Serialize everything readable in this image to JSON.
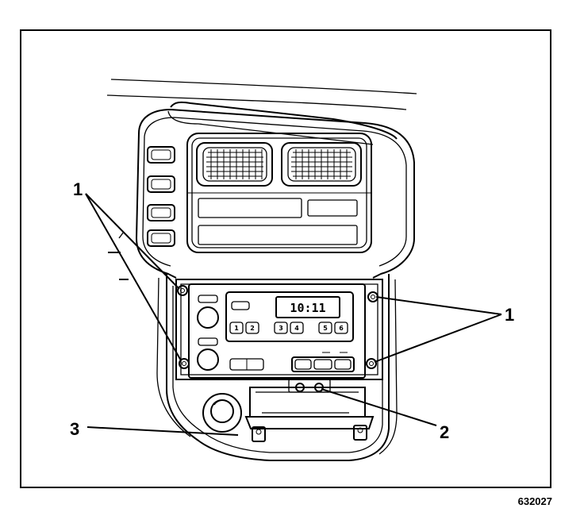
{
  "figure": {
    "id_label": "632027",
    "radio_display_time": "10:11",
    "callouts": [
      {
        "key": "left-mount-fasteners",
        "label": "1"
      },
      {
        "key": "right-mount-fasteners",
        "label": "1"
      },
      {
        "key": "bracket-fastener",
        "label": "2"
      },
      {
        "key": "lower-bracket",
        "label": "3"
      }
    ],
    "preset_labels": [
      "1",
      "2",
      "3",
      "4",
      "5",
      "6"
    ]
  }
}
